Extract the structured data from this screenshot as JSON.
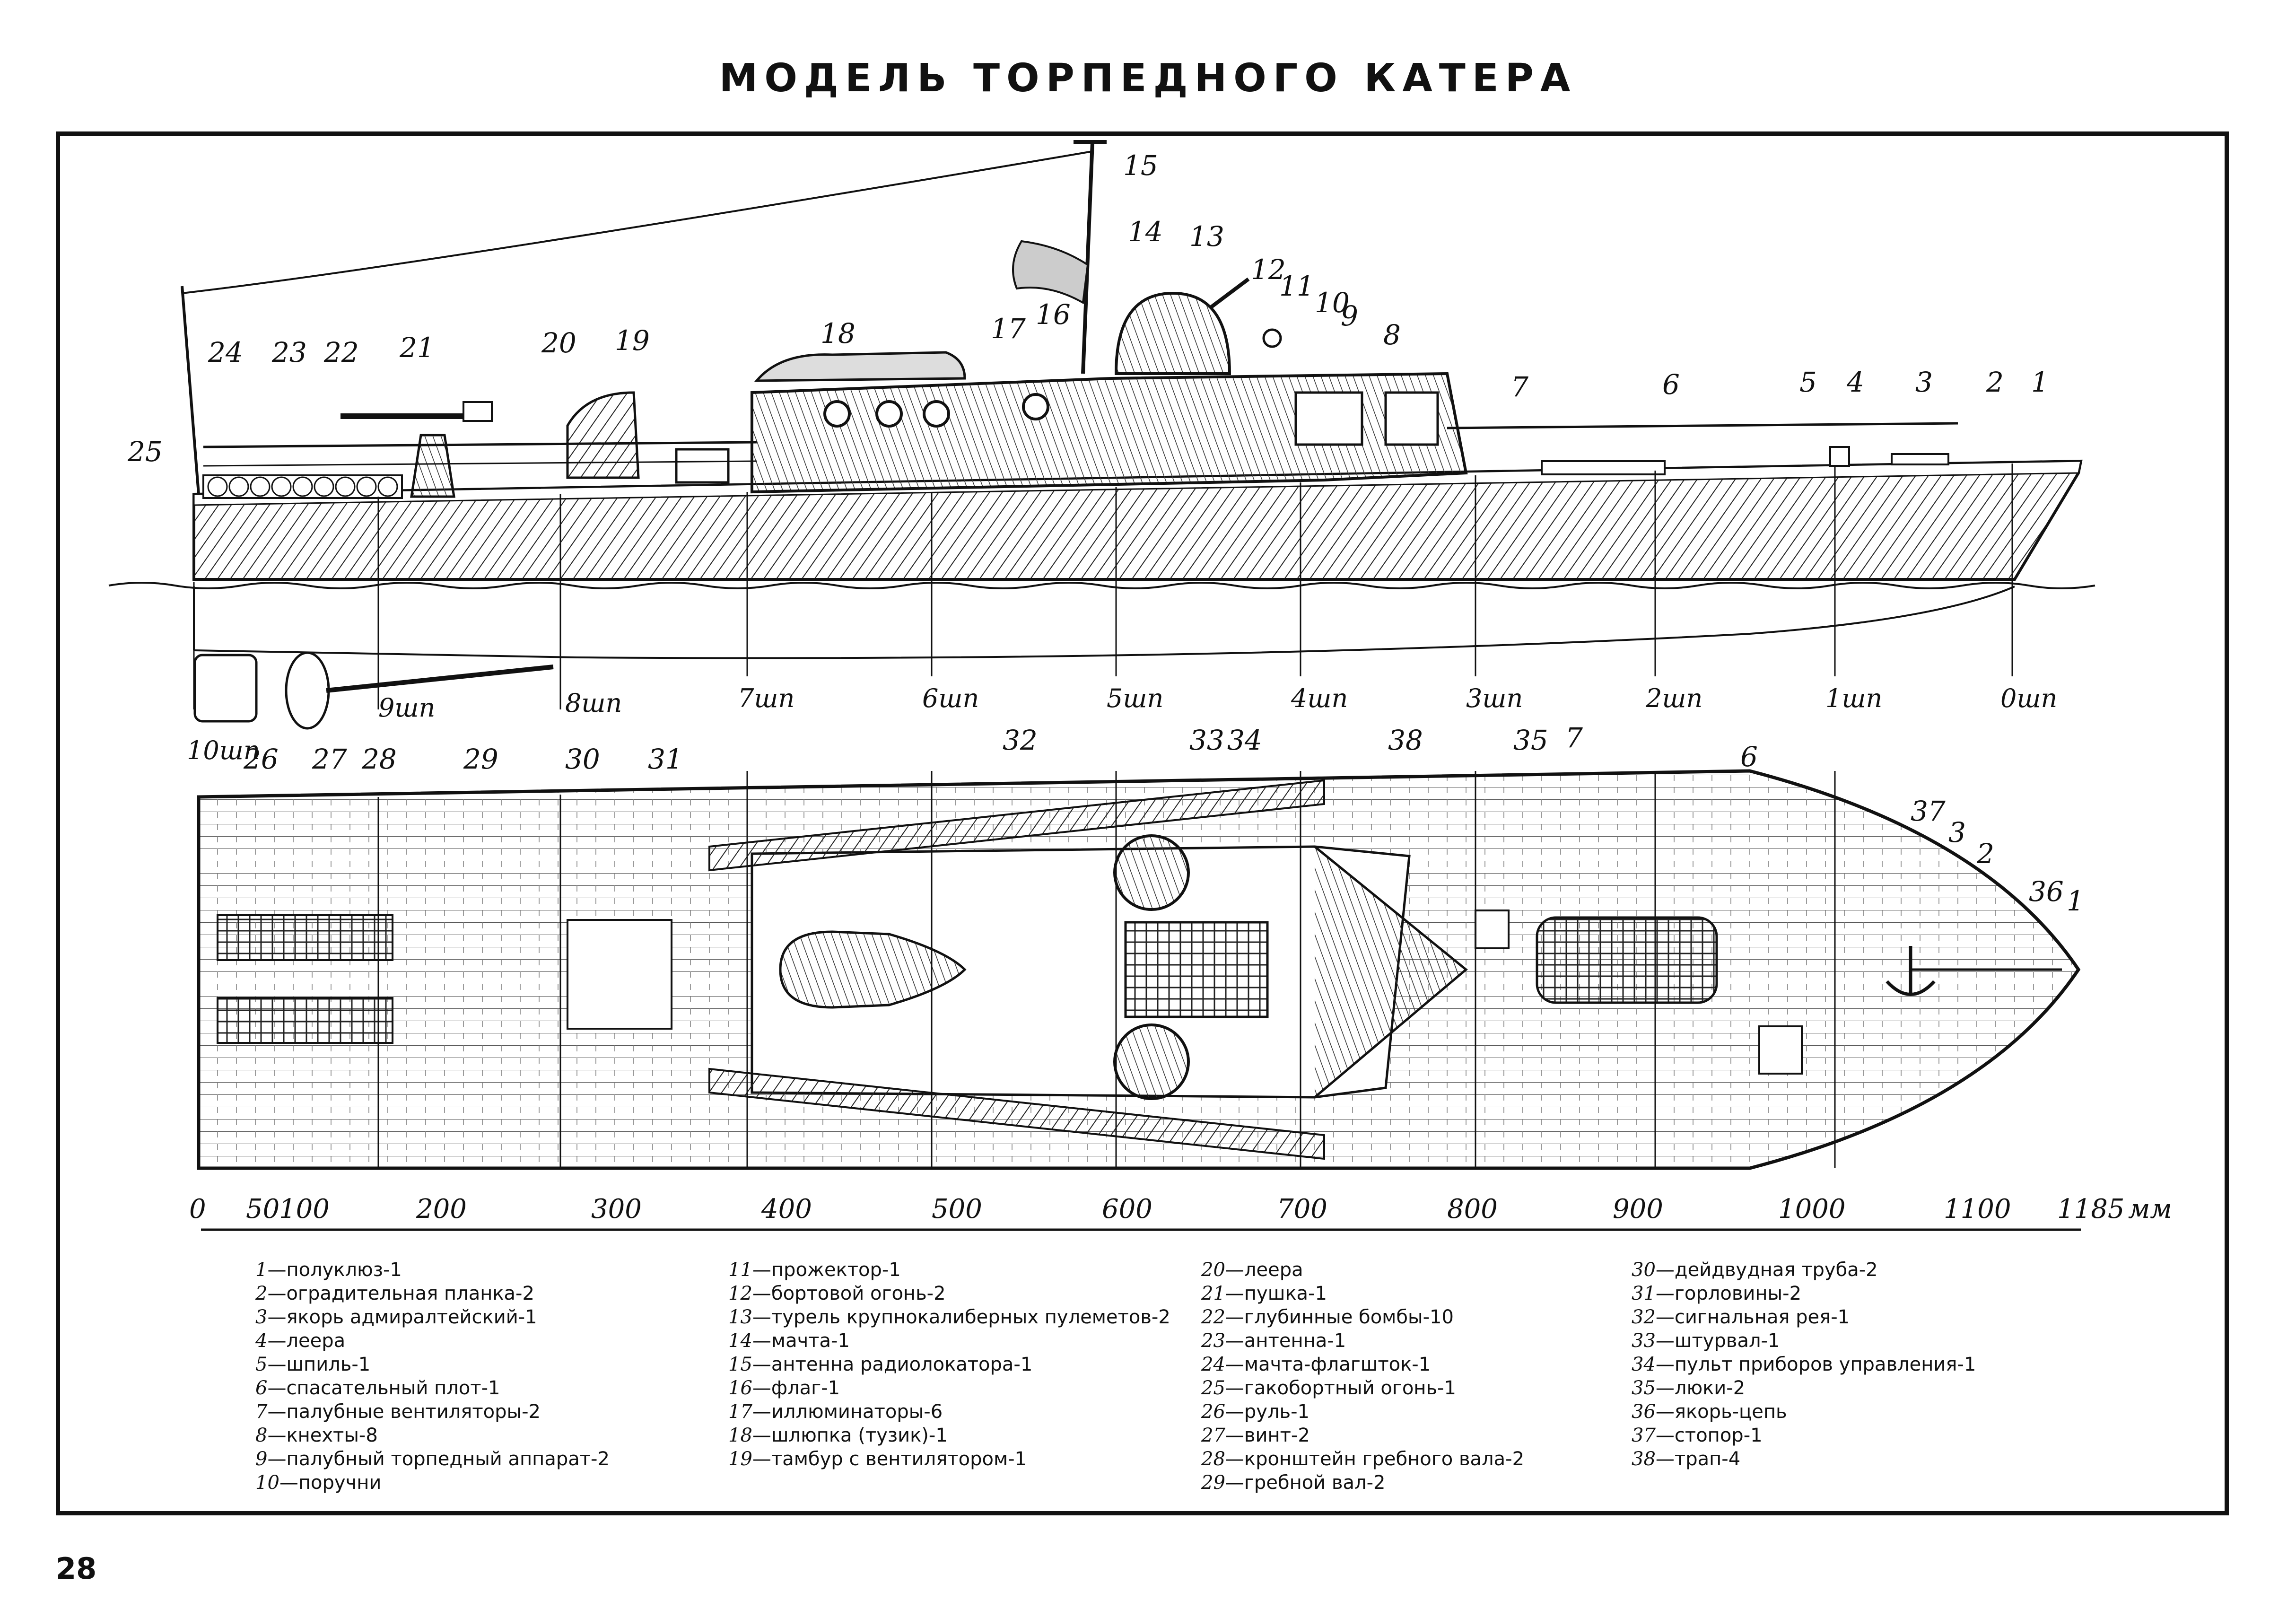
{
  "title": "МОДЕЛЬ ТОРПЕДНОГО КАТЕРА",
  "page_number": "28",
  "side_callouts": [
    "1",
    "2",
    "3",
    "4",
    "5",
    "6",
    "7",
    "8",
    "9",
    "10",
    "11",
    "12",
    "13",
    "14",
    "15",
    "16",
    "17",
    "18",
    "19",
    "20",
    "21",
    "22",
    "23",
    "24",
    "25"
  ],
  "below_callouts": [
    "26",
    "27",
    "28",
    "29",
    "30"
  ],
  "frame_labels": [
    "10шп",
    "9шп",
    "8шп",
    "7шп",
    "6шп",
    "5шп",
    "4шп",
    "3шп",
    "2шп",
    "1шп",
    "0шп"
  ],
  "plan_callouts": [
    "31",
    "32",
    "33",
    "34",
    "38",
    "35",
    "7",
    "6",
    "37",
    "3",
    "2",
    "36",
    "1"
  ],
  "scale": {
    "ticks": [
      "0",
      "50",
      "100",
      "200",
      "300",
      "400",
      "500",
      "600",
      "700",
      "800",
      "900",
      "1000",
      "1100",
      "1185"
    ],
    "unit": "мм"
  },
  "legend": [
    {
      "num": "1",
      "text": "полуклюз-1"
    },
    {
      "num": "2",
      "text": "оградительная планка-2"
    },
    {
      "num": "3",
      "text": "якорь адмиралтейский-1"
    },
    {
      "num": "4",
      "text": "леера"
    },
    {
      "num": "5",
      "text": "шпиль-1"
    },
    {
      "num": "6",
      "text": "спасательный плот-1"
    },
    {
      "num": "7",
      "text": "палубные вентиляторы-2"
    },
    {
      "num": "8",
      "text": "кнехты-8"
    },
    {
      "num": "9",
      "text": "палубный торпедный аппарат-2"
    },
    {
      "num": "10",
      "text": "поручни"
    },
    {
      "num": "11",
      "text": "прожектор-1"
    },
    {
      "num": "12",
      "text": "бортовой огонь-2"
    },
    {
      "num": "13",
      "text": "турель крупнокалиберных пулеметов-2"
    },
    {
      "num": "14",
      "text": "мачта-1"
    },
    {
      "num": "15",
      "text": "антенна радиолокатора-1"
    },
    {
      "num": "16",
      "text": "флаг-1"
    },
    {
      "num": "17",
      "text": "иллюминаторы-6"
    },
    {
      "num": "18",
      "text": "шлюпка (тузик)-1"
    },
    {
      "num": "19",
      "text": "тамбур с вентилятором-1"
    },
    {
      "num": "20",
      "text": "леера"
    },
    {
      "num": "21",
      "text": "пушка-1"
    },
    {
      "num": "22",
      "text": "глубинные бомбы-10"
    },
    {
      "num": "23",
      "text": "антенна-1"
    },
    {
      "num": "24",
      "text": "мачта-флагшток-1"
    },
    {
      "num": "25",
      "text": "гакобортный огонь-1"
    },
    {
      "num": "26",
      "text": "руль-1"
    },
    {
      "num": "27",
      "text": "винт-2"
    },
    {
      "num": "28",
      "text": "кронштейн гребного вала-2"
    },
    {
      "num": "29",
      "text": "гребной вал-2"
    },
    {
      "num": "30",
      "text": "дейдвудная труба-2"
    },
    {
      "num": "31",
      "text": "горловины-2"
    },
    {
      "num": "32",
      "text": "сигнальная рея-1"
    },
    {
      "num": "33",
      "text": "штурвал-1"
    },
    {
      "num": "34",
      "text": "пульт приборов управления-1"
    },
    {
      "num": "35",
      "text": "люки-2"
    },
    {
      "num": "36",
      "text": "якорь-цепь"
    },
    {
      "num": "37",
      "text": "стопор-1"
    },
    {
      "num": "38",
      "text": "трап-4"
    }
  ]
}
